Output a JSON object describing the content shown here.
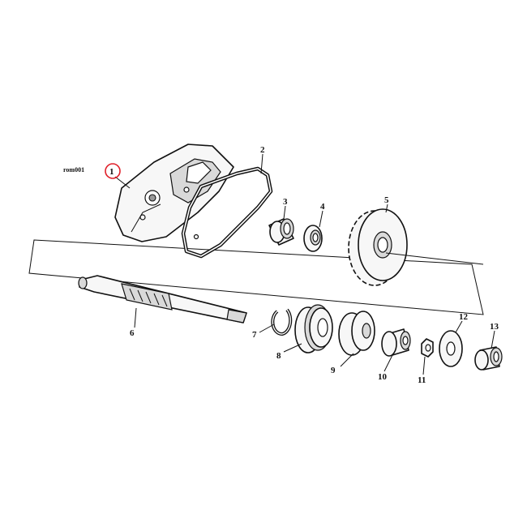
{
  "diagram": {
    "code": "rom001",
    "highlight_color": "#e0202a",
    "callouts": [
      "1",
      "2",
      "3",
      "4",
      "5",
      "6",
      "7",
      "8",
      "9",
      "10",
      "11",
      "12",
      "13"
    ]
  }
}
